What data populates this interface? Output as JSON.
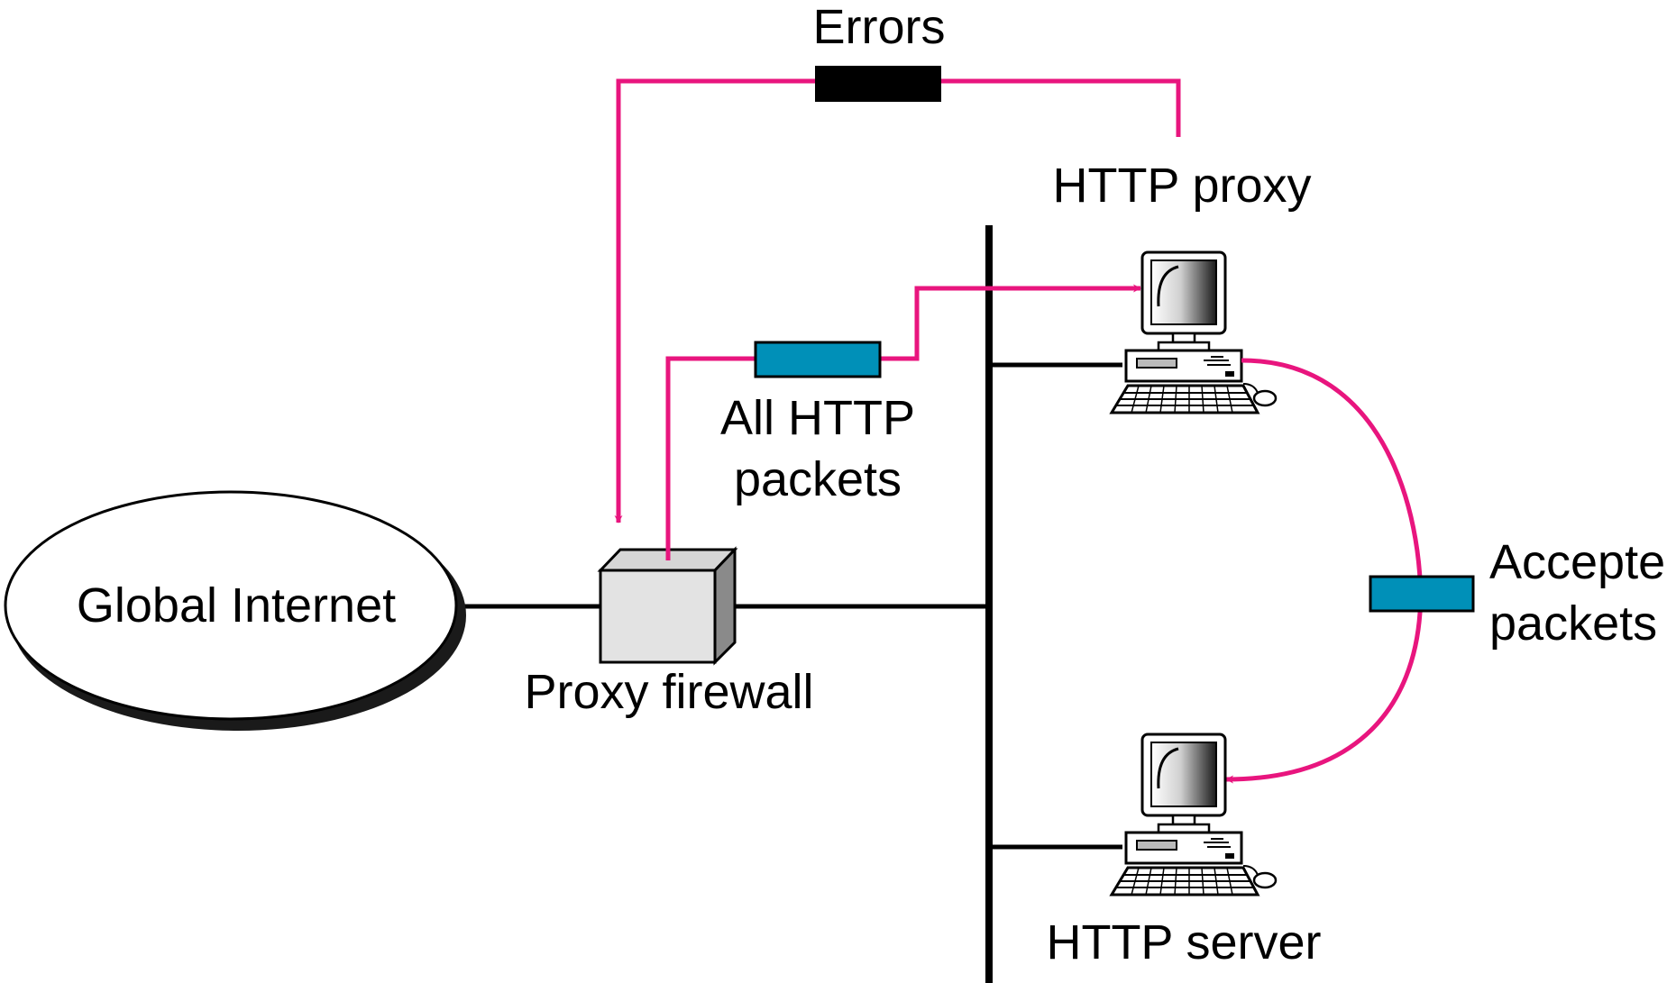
{
  "labels": {
    "errors": "Errors",
    "http_proxy": "HTTP proxy",
    "all_http_line1": "All HTTP",
    "all_http_line2": "packets",
    "global_internet": "Global Internet",
    "proxy_firewall": "Proxy firewall",
    "accepted_line1": "Accepted",
    "accepted_line2": "packets",
    "http_server": "HTTP server"
  },
  "colors": {
    "flow": "#e8157e",
    "packet_teal": "#0090b8",
    "packet_error": "#000000",
    "wire": "#000000",
    "firewall_face": "#e3e3e3",
    "firewall_side": "#8a8a8a"
  },
  "icons": {
    "proxy": "desktop-computer-icon",
    "server": "desktop-computer-icon",
    "firewall": "firewall-box-icon"
  }
}
